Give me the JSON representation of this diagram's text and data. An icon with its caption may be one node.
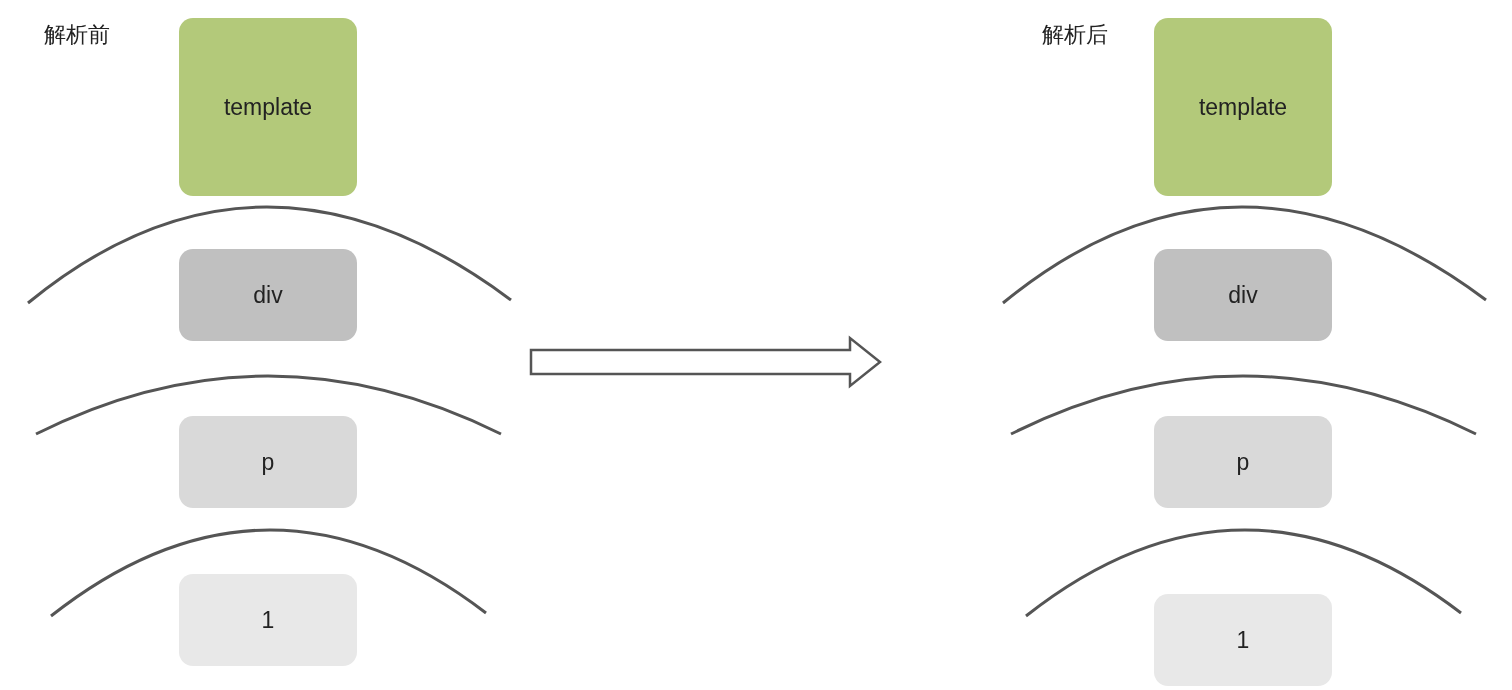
{
  "diagram": {
    "nodes": [
      {
        "text": [
          "template"
        ]
      },
      {
        "text": [
          "div"
        ]
      },
      {
        "text": [
          "p"
        ]
      },
      {
        "text": [
          "1"
        ]
      },
      {
        "text": [
          "template"
        ]
      },
      {
        "text": [
          "div"
        ]
      },
      {
        "text": [
          "p"
        ]
      },
      {
        "text": [
          "1"
        ]
      }
    ],
    "labels": [
      "解析前",
      "解析后"
    ]
  }
}
